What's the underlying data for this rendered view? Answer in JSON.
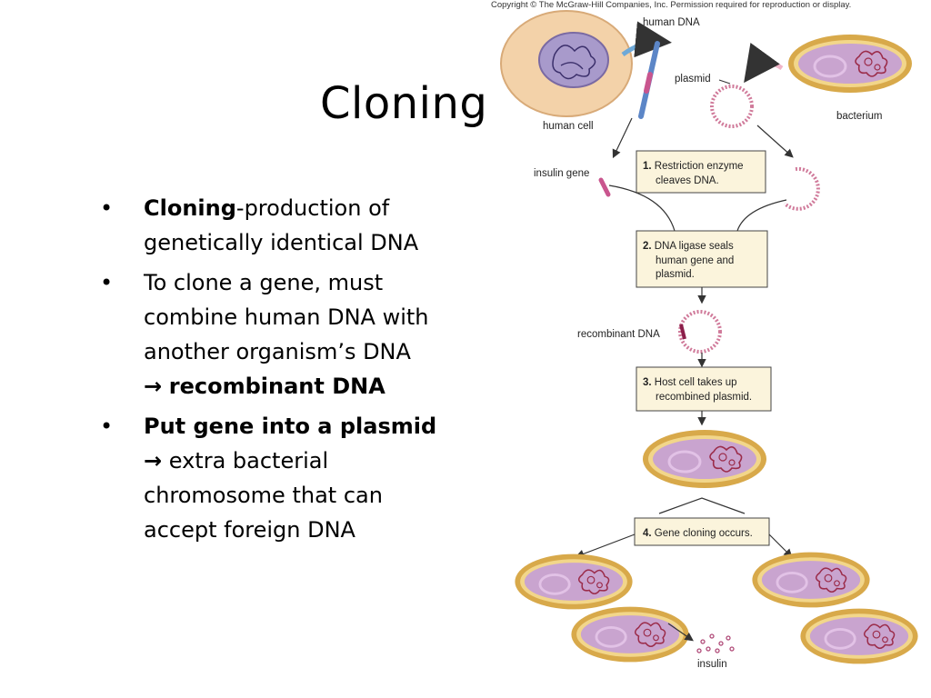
{
  "slide": {
    "title": "Cloning",
    "bullets": [
      {
        "bold": "Cloning",
        "text": "-production of genetically identical DNA"
      },
      {
        "text": "To clone a gene, must combine human DNA with another organism’s DNA",
        "arrow_bold": "recombinant DNA"
      },
      {
        "bold": "Put gene into a plasmid",
        "arrow_text": "extra bacterial chromosome that can accept foreign DNA"
      }
    ]
  },
  "figure": {
    "copyright": "Copyright © The McGraw-Hill Companies, Inc. Permission required for reproduction or display.",
    "labels": {
      "human_dna": "human DNA",
      "plasmid": "plasmid",
      "human_cell": "human cell",
      "bacterium": "bacterium",
      "insulin_gene": "insulin gene",
      "recombinant_dna": "recombinant DNA",
      "insulin": "insulin"
    },
    "steps": [
      {
        "num": "1.",
        "line1": "Restriction enzyme",
        "line2": "cleaves DNA.",
        "line3": ""
      },
      {
        "num": "2.",
        "line1": "DNA ligase seals",
        "line2": "human gene and",
        "line3": "plasmid."
      },
      {
        "num": "3.",
        "line1": "Host cell takes up",
        "line2": "recombined plasmid.",
        "line3": ""
      },
      {
        "num": "4.",
        "line1": "Gene cloning occurs.",
        "line2": "",
        "line3": ""
      }
    ]
  },
  "colors": {
    "bacterium_wall": "#d8a94a",
    "bacterium_fill": "#c9a4cf",
    "plasmid": "#d07a9a",
    "step_box": "#fbf4dc",
    "human_cell": "#f3d2a9",
    "nucleus": "#a89acb"
  }
}
